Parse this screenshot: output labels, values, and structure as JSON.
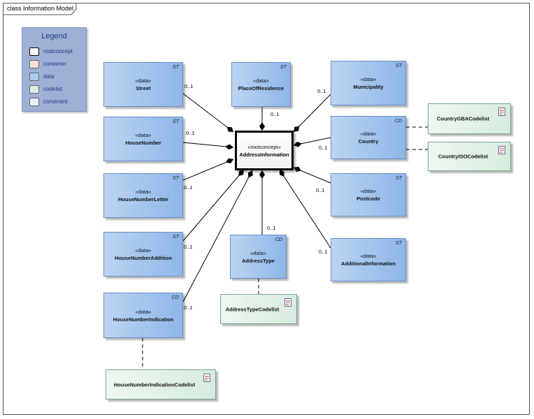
{
  "diagram": {
    "title": "class Information Model"
  },
  "legend": {
    "title": "Legend",
    "items": [
      {
        "label": "rootconcept",
        "color": "#ffffff",
        "border": "#000000"
      },
      {
        "label": "container",
        "color": "#f9e0cf",
        "border": "#7a7a7a"
      },
      {
        "label": "data",
        "color": "#a9cdf0",
        "border": "#7a7a7a"
      },
      {
        "label": "codelist",
        "color": "#d6f0e0",
        "border": "#7a7a7a"
      },
      {
        "label": "constraint",
        "color": "#eeeef5",
        "border": "#7a7a7a"
      }
    ]
  },
  "root": {
    "stereotype": "«rootconcept»",
    "name": "AddressInformation"
  },
  "classes": [
    {
      "id": "street",
      "stereotype": "«data»",
      "name": "Street",
      "type": "ST",
      "multiplicity": "0..1"
    },
    {
      "id": "place",
      "stereotype": "«data»",
      "name": "PlaceOfResidence",
      "type": "ST",
      "multiplicity": "0..1"
    },
    {
      "id": "municipality",
      "stereotype": "«data»",
      "name": "Municipality",
      "type": "ST",
      "multiplicity": "0..1"
    },
    {
      "id": "housenumber",
      "stereotype": "«data»",
      "name": "HouseNumber",
      "type": "ST",
      "multiplicity": "0..1"
    },
    {
      "id": "country",
      "stereotype": "«data»",
      "name": "Country",
      "type": "CD",
      "multiplicity": "0..1"
    },
    {
      "id": "hnletter",
      "stereotype": "«data»",
      "name": "HouseNumberLetter",
      "type": "ST",
      "multiplicity": "0..1"
    },
    {
      "id": "postcode",
      "stereotype": "«data»",
      "name": "Postcode",
      "type": "ST",
      "multiplicity": "0..1"
    },
    {
      "id": "hnaddition",
      "stereotype": "«data»",
      "name": "HouseNumberAddition",
      "type": "ST",
      "multiplicity": "0..1"
    },
    {
      "id": "addresstype",
      "stereotype": "«data»",
      "name": "AddressType",
      "type": "CD",
      "multiplicity": "0..1"
    },
    {
      "id": "additional",
      "stereotype": "«data»",
      "name": "AdditionalInformation",
      "type": "ST",
      "multiplicity": "0..1"
    },
    {
      "id": "hnindication",
      "stereotype": "«data»",
      "name": "HouseNumberIndication",
      "type": "CD",
      "multiplicity": "0..1"
    }
  ],
  "codelists": [
    {
      "id": "countrygba",
      "name": "CountryGBACodelist"
    },
    {
      "id": "countryiso",
      "name": "CountryISOCodelist"
    },
    {
      "id": "addresstypecl",
      "name": "AddressTypeCodelist"
    },
    {
      "id": "hnindicationcl",
      "name": "HouseNumberIndicationCodelist"
    }
  ]
}
